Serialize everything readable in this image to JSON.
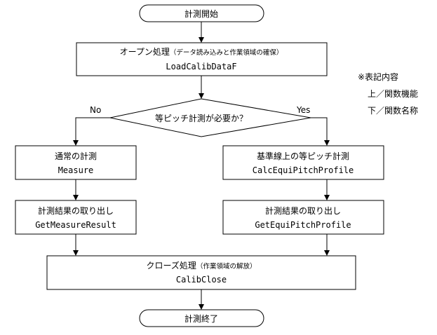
{
  "start_label": "計測開始",
  "end_label": "計測終了",
  "open": {
    "name": "オープン処理",
    "note": "（データ読み込みと作業領域の確保）",
    "func": "LoadCalibDataF"
  },
  "decision": {
    "text": "等ピッチ計測が必要か？",
    "no": "No",
    "yes": "Yes"
  },
  "left_measure": {
    "name": "通常の計測",
    "func": "Measure"
  },
  "left_result": {
    "name": "計測結果の取り出し",
    "func": "GetMeasureResult"
  },
  "right_measure": {
    "name": "基準線上の等ピッチ計測",
    "func": "CalcEquiPitchProfile"
  },
  "right_result": {
    "name": "計測結果の取り出し",
    "func": "GetEquiPitchProfile"
  },
  "close": {
    "name": "クローズ処理",
    "note": "（作業領域の解放）",
    "func": "CalibClose"
  },
  "legend": {
    "title": "※表記内容",
    "upper": "上／関数機能",
    "lower": "下／関数名称"
  }
}
